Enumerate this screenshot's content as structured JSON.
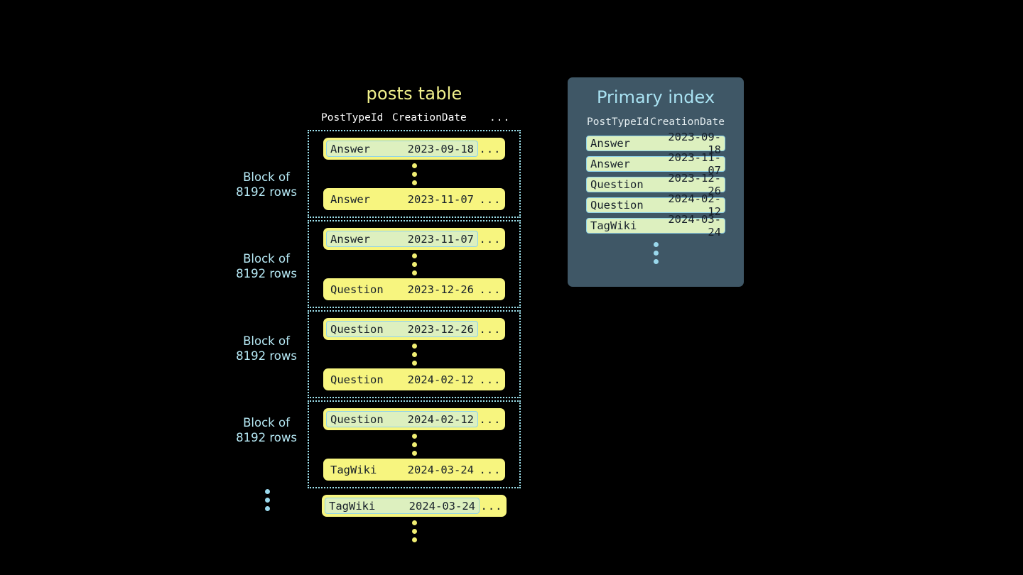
{
  "posts_table": {
    "title": "posts table",
    "columns": [
      "PostTypeId",
      "CreationDate",
      "..."
    ],
    "ellipsis": "...",
    "blocks": [
      {
        "label_line1": "Block of",
        "label_line2": "8192 rows",
        "first_row": {
          "post_type": "Answer",
          "creation_date": "2023-09-18",
          "more": "...",
          "highlighted": true
        },
        "last_row": {
          "post_type": "Answer",
          "creation_date": "2023-11-07",
          "more": "...",
          "highlighted": false
        }
      },
      {
        "label_line1": "Block of",
        "label_line2": "8192 rows",
        "first_row": {
          "post_type": "Answer",
          "creation_date": "2023-11-07",
          "more": "...",
          "highlighted": true
        },
        "last_row": {
          "post_type": "Question",
          "creation_date": "2023-12-26",
          "more": "...",
          "highlighted": false
        }
      },
      {
        "label_line1": "Block of",
        "label_line2": "8192 rows",
        "first_row": {
          "post_type": "Question",
          "creation_date": "2023-12-26",
          "more": "...",
          "highlighted": true
        },
        "last_row": {
          "post_type": "Question",
          "creation_date": "2024-02-12",
          "more": "...",
          "highlighted": false
        }
      },
      {
        "label_line1": "Block of",
        "label_line2": "8192 rows",
        "first_row": {
          "post_type": "Question",
          "creation_date": "2024-02-12",
          "more": "...",
          "highlighted": true
        },
        "last_row": {
          "post_type": "TagWiki",
          "creation_date": "2024-03-24",
          "more": "...",
          "highlighted": false
        }
      }
    ],
    "tail_row": {
      "post_type": "TagWiki",
      "creation_date": "2024-03-24",
      "more": "...",
      "highlighted": true
    }
  },
  "primary_index": {
    "title": "Primary index",
    "columns": [
      "PostTypeId",
      "CreationDate"
    ],
    "rows": [
      {
        "post_type": "Answer",
        "creation_date": "2023-09-18"
      },
      {
        "post_type": "Answer",
        "creation_date": "2023-11-07"
      },
      {
        "post_type": "Question",
        "creation_date": "2023-12-26"
      },
      {
        "post_type": "Question",
        "creation_date": "2024-02-12"
      },
      {
        "post_type": "TagWiki",
        "creation_date": "2024-03-24"
      }
    ]
  },
  "colors": {
    "background": "#000000",
    "row_yellow": "#f7f57f",
    "highlight_green": "#ddf0bf",
    "highlight_border": "#8fd3e8",
    "title_yellow": "#f2f28c",
    "cyan_text": "#b6e9f5",
    "panel_bg": "#3f5766",
    "panel_title": "#a9e2f2",
    "dot_yellow": "#f0ee72",
    "dot_cyan": "#9ad8ec"
  }
}
